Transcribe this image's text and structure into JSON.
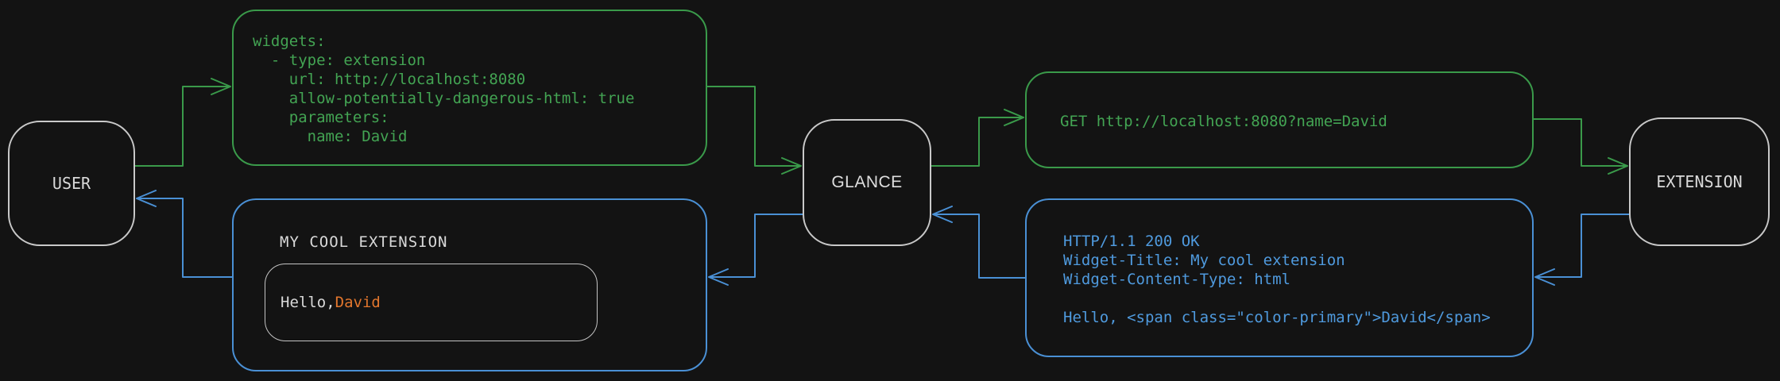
{
  "colors": {
    "bg": "#131313",
    "green": "#3a9a4a",
    "green_text": "#43a453",
    "blue": "#4a90d5",
    "blue_text": "#4f9ade",
    "node_border": "#c9c9c9",
    "text": "#d9d9d9",
    "orange": "#e2762d"
  },
  "nodes": {
    "user": {
      "label": "USER"
    },
    "glance": {
      "label": "GLANCE"
    },
    "extension": {
      "label": "EXTENSION"
    }
  },
  "boxes": {
    "config": {
      "code": "widgets:\n  - type: extension\n    url: http://localhost:8080\n    allow-potentially-dangerous-html: true\n    parameters:\n      name: David"
    },
    "request": {
      "code": "GET http://localhost:8080?name=David"
    },
    "response": {
      "code": "HTTP/1.1 200 OK\nWidget-Title: My cool extension\nWidget-Content-Type: html\n\nHello, <span class=\"color-primary\">David</span>"
    },
    "widget": {
      "title": "MY COOL EXTENSION",
      "greeting_prefix": "Hello, ",
      "greeting_name": "David"
    }
  },
  "arrows": [
    {
      "name": "user-to-config",
      "color": "green"
    },
    {
      "name": "config-to-glance",
      "color": "green"
    },
    {
      "name": "glance-to-extension-request",
      "color": "green"
    },
    {
      "name": "request-to-extension",
      "color": "green"
    },
    {
      "name": "extension-to-response",
      "color": "blue"
    },
    {
      "name": "response-to-glance",
      "color": "blue"
    },
    {
      "name": "glance-to-widget",
      "color": "blue"
    },
    {
      "name": "widget-to-user",
      "color": "blue"
    }
  ]
}
